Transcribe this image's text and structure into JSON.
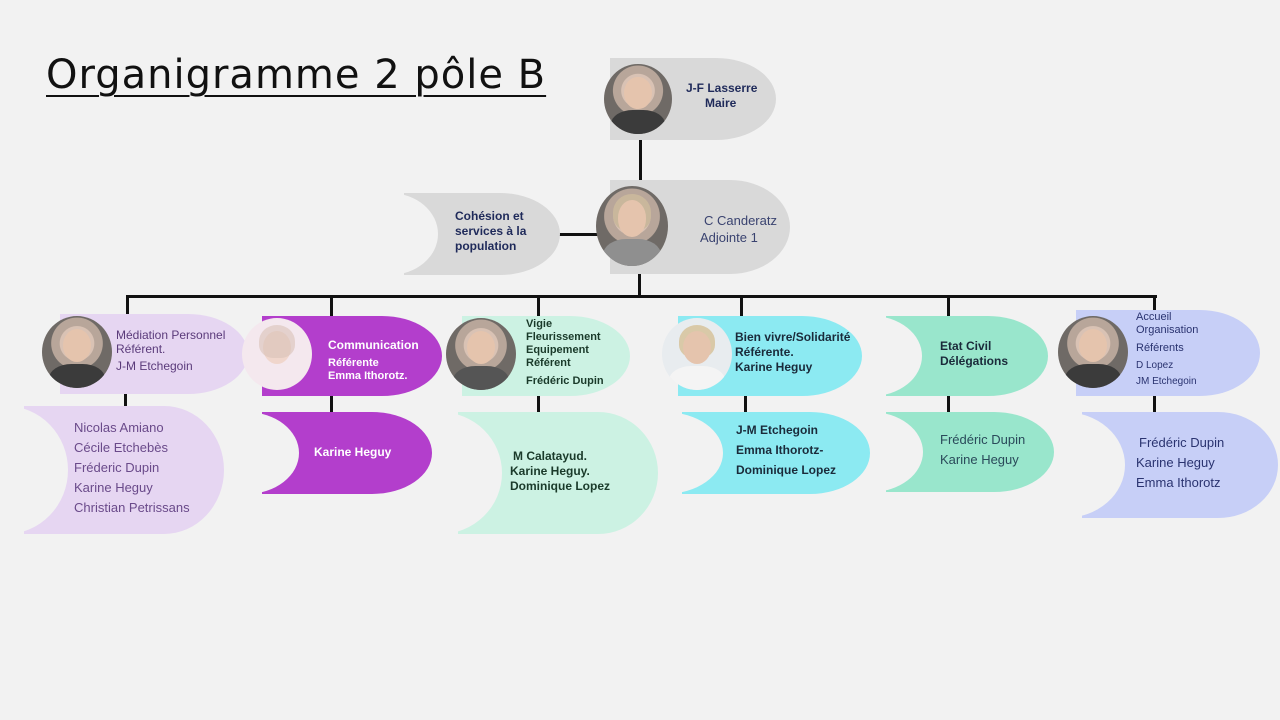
{
  "title": "Organigramme 2 pôle B",
  "colors": {
    "grey": "#d9d9d9",
    "lavender": "#e6d6f2",
    "purple": "#b33ecc",
    "mint": "#ccf2e3",
    "cyan": "#8ceaf2",
    "green": "#99e6cc",
    "periwinkle": "#c7cff7",
    "navy": "#1f2a5a"
  },
  "maire": {
    "line1": "J-F Lasserre",
    "line2": "Maire"
  },
  "adjointe": {
    "line1": "C Canderatz",
    "line2": "Adjointe 1"
  },
  "pole": {
    "line1": "Cohésion et",
    "line2": "services à la",
    "line3": "population"
  },
  "units": [
    {
      "lines": [
        "Médiation Personnel",
        "Référent.",
        "J-M Etchegoin"
      ],
      "members": [
        "Nicolas Amiano",
        "Cécile Etchebès",
        "Fréderic Dupin",
        "Karine Heguy",
        "Christian Petrissans"
      ]
    },
    {
      "lines": [
        "Communication",
        "Référente",
        "Emma Ithorotz."
      ],
      "members": [
        "Karine Heguy"
      ]
    },
    {
      "lines": [
        "Vigie",
        "Fleurissement",
        "Equipement",
        "Référent",
        "Frédéric Dupin"
      ],
      "members": [
        "M Calatayud.",
        "Karine Heguy.",
        "Dominique  Lopez"
      ]
    },
    {
      "lines": [
        "Bien vivre/Solidarité",
        "Référente.",
        "Karine Heguy"
      ],
      "members": [
        "J-M Etchegoin",
        "Emma Ithorotz-",
        "Dominique Lopez"
      ]
    },
    {
      "lines": [
        "Etat Civil",
        "Délégations"
      ],
      "members": [
        "Frédéric Dupin",
        "Karine Heguy"
      ]
    },
    {
      "lines": [
        "Accueil",
        "Organisation",
        "Référents",
        "D Lopez",
        "JM Etchegoin"
      ],
      "members": [
        "Frédéric Dupin",
        "Karine  Heguy",
        "Emma Ithorotz"
      ]
    }
  ]
}
